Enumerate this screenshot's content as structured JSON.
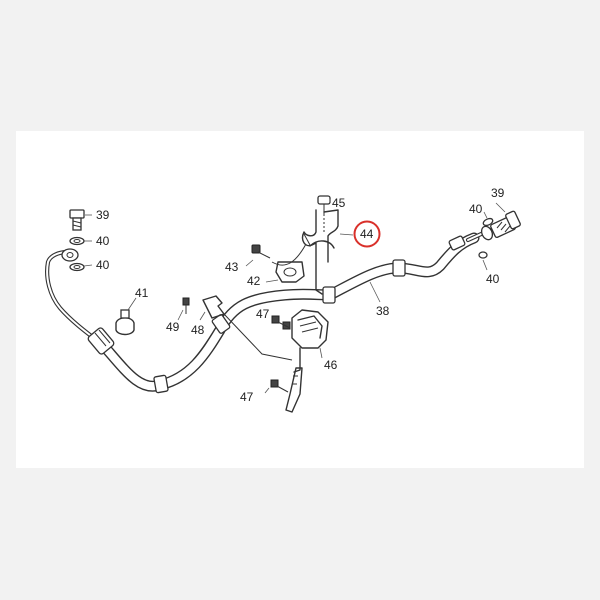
{
  "diagram": {
    "callouts": {
      "c38": "38",
      "c39a": "39",
      "c39b": "39",
      "c40a": "40",
      "c40b": "40",
      "c40c": "40",
      "c40d": "40",
      "c41": "41",
      "c42": "42",
      "c43": "43",
      "c44": "44",
      "c45": "45",
      "c46": "46",
      "c47a": "47",
      "c47b": "47",
      "c48": "48",
      "c49": "49"
    },
    "highlighted_part": "44",
    "highlight_color": "#d9302a",
    "line_color": "#333333",
    "background_color": "#f2f2f2",
    "panel_color": "#ffffff"
  }
}
